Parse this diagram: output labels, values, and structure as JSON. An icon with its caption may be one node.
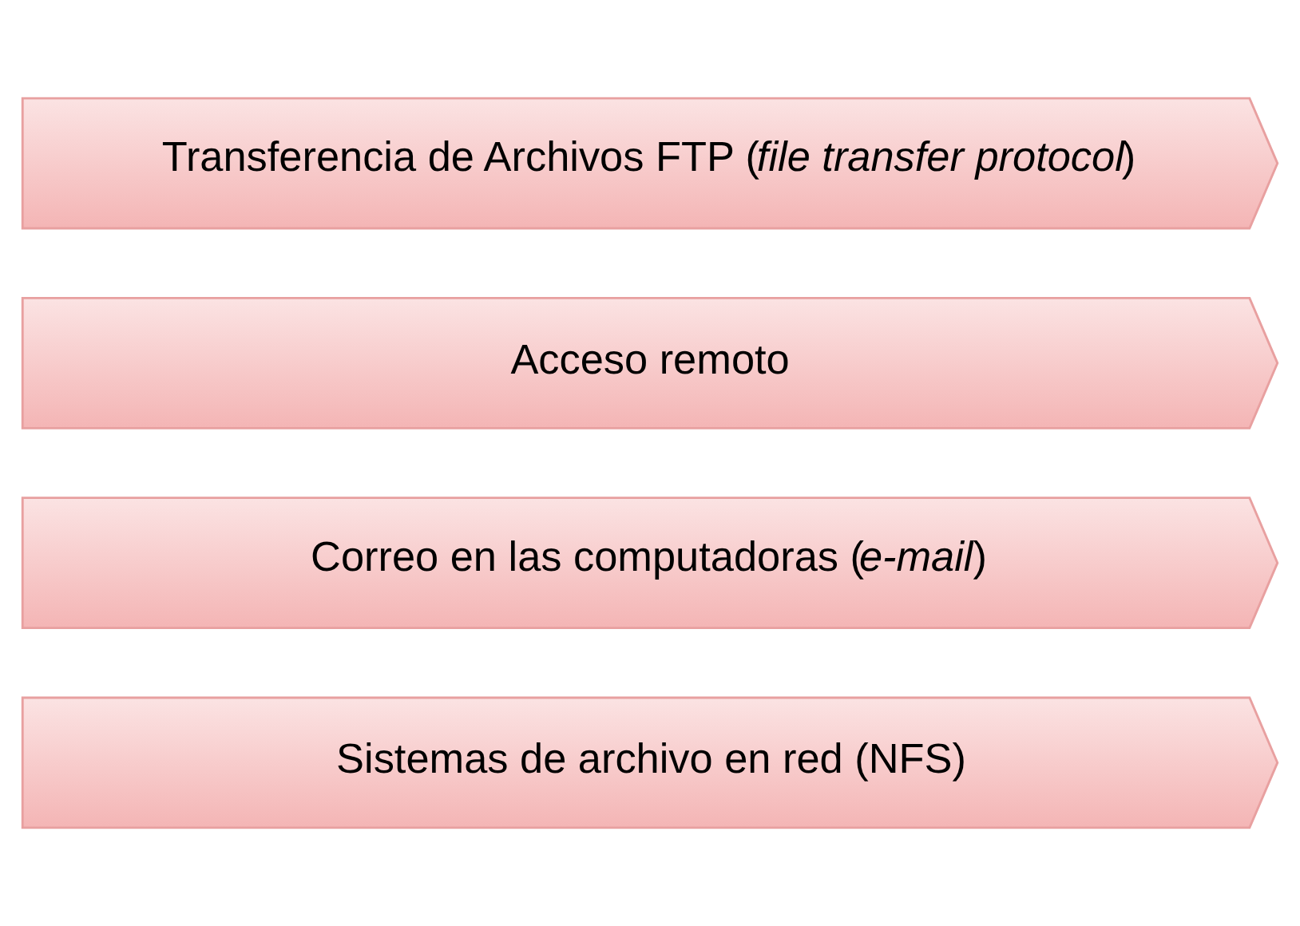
{
  "diagram": {
    "nodes": [
      {
        "text": [
          "Transferencia de Archivos FTP (*file transfer protocol*)"
        ]
      },
      {
        "text": [
          "Acceso remoto"
        ]
      },
      {
        "text": [
          "Correo en las computadoras (*e-mail*)"
        ]
      },
      {
        "text": [
          "Sistemas de archivo en red (NFS)"
        ]
      }
    ]
  }
}
